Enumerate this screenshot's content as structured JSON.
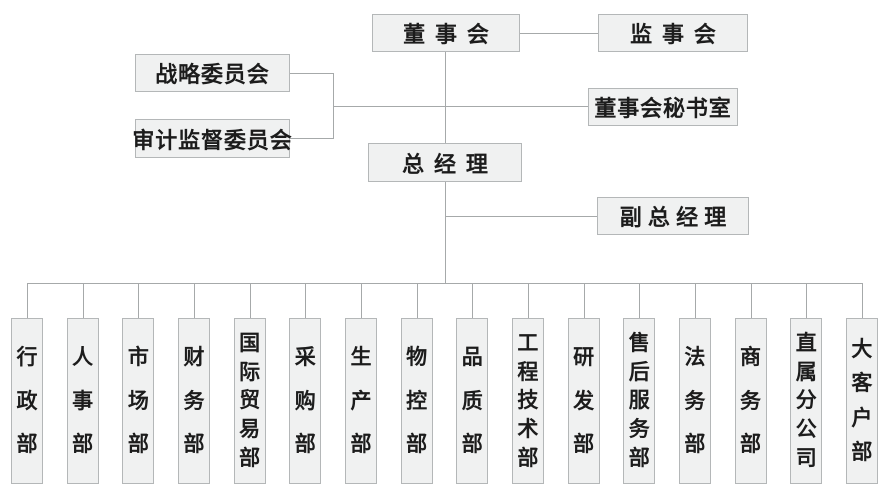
{
  "colors": {
    "bg": "#ffffff",
    "node_fill": "#f0f1f1",
    "node_border": "#b4b7b8",
    "line": "#a6a9aa",
    "text": "#1c1c1c"
  },
  "nodes": {
    "board": {
      "label": "董事会"
    },
    "supervisory_board": {
      "label": "监事会"
    },
    "strategy_committee": {
      "label": "战略委员会"
    },
    "audit_supervision_committee": {
      "label": "审计监督委员会"
    },
    "board_secretary_office": {
      "label": "董事会秘书室"
    },
    "general_manager": {
      "label": "总经理"
    },
    "deputy_general_manager": {
      "label": "副总经理"
    }
  },
  "departments": [
    {
      "label": "行政部"
    },
    {
      "label": "人事部"
    },
    {
      "label": "市场部"
    },
    {
      "label": "财务部"
    },
    {
      "label": "国际贸易部"
    },
    {
      "label": "采购部"
    },
    {
      "label": "生产部"
    },
    {
      "label": "物控部"
    },
    {
      "label": "品质部"
    },
    {
      "label": "工程技术部"
    },
    {
      "label": "研发部"
    },
    {
      "label": "售后服务部"
    },
    {
      "label": "法务部"
    },
    {
      "label": "商务部"
    },
    {
      "label": "直属分公司"
    },
    {
      "label": "大客户部"
    }
  ]
}
